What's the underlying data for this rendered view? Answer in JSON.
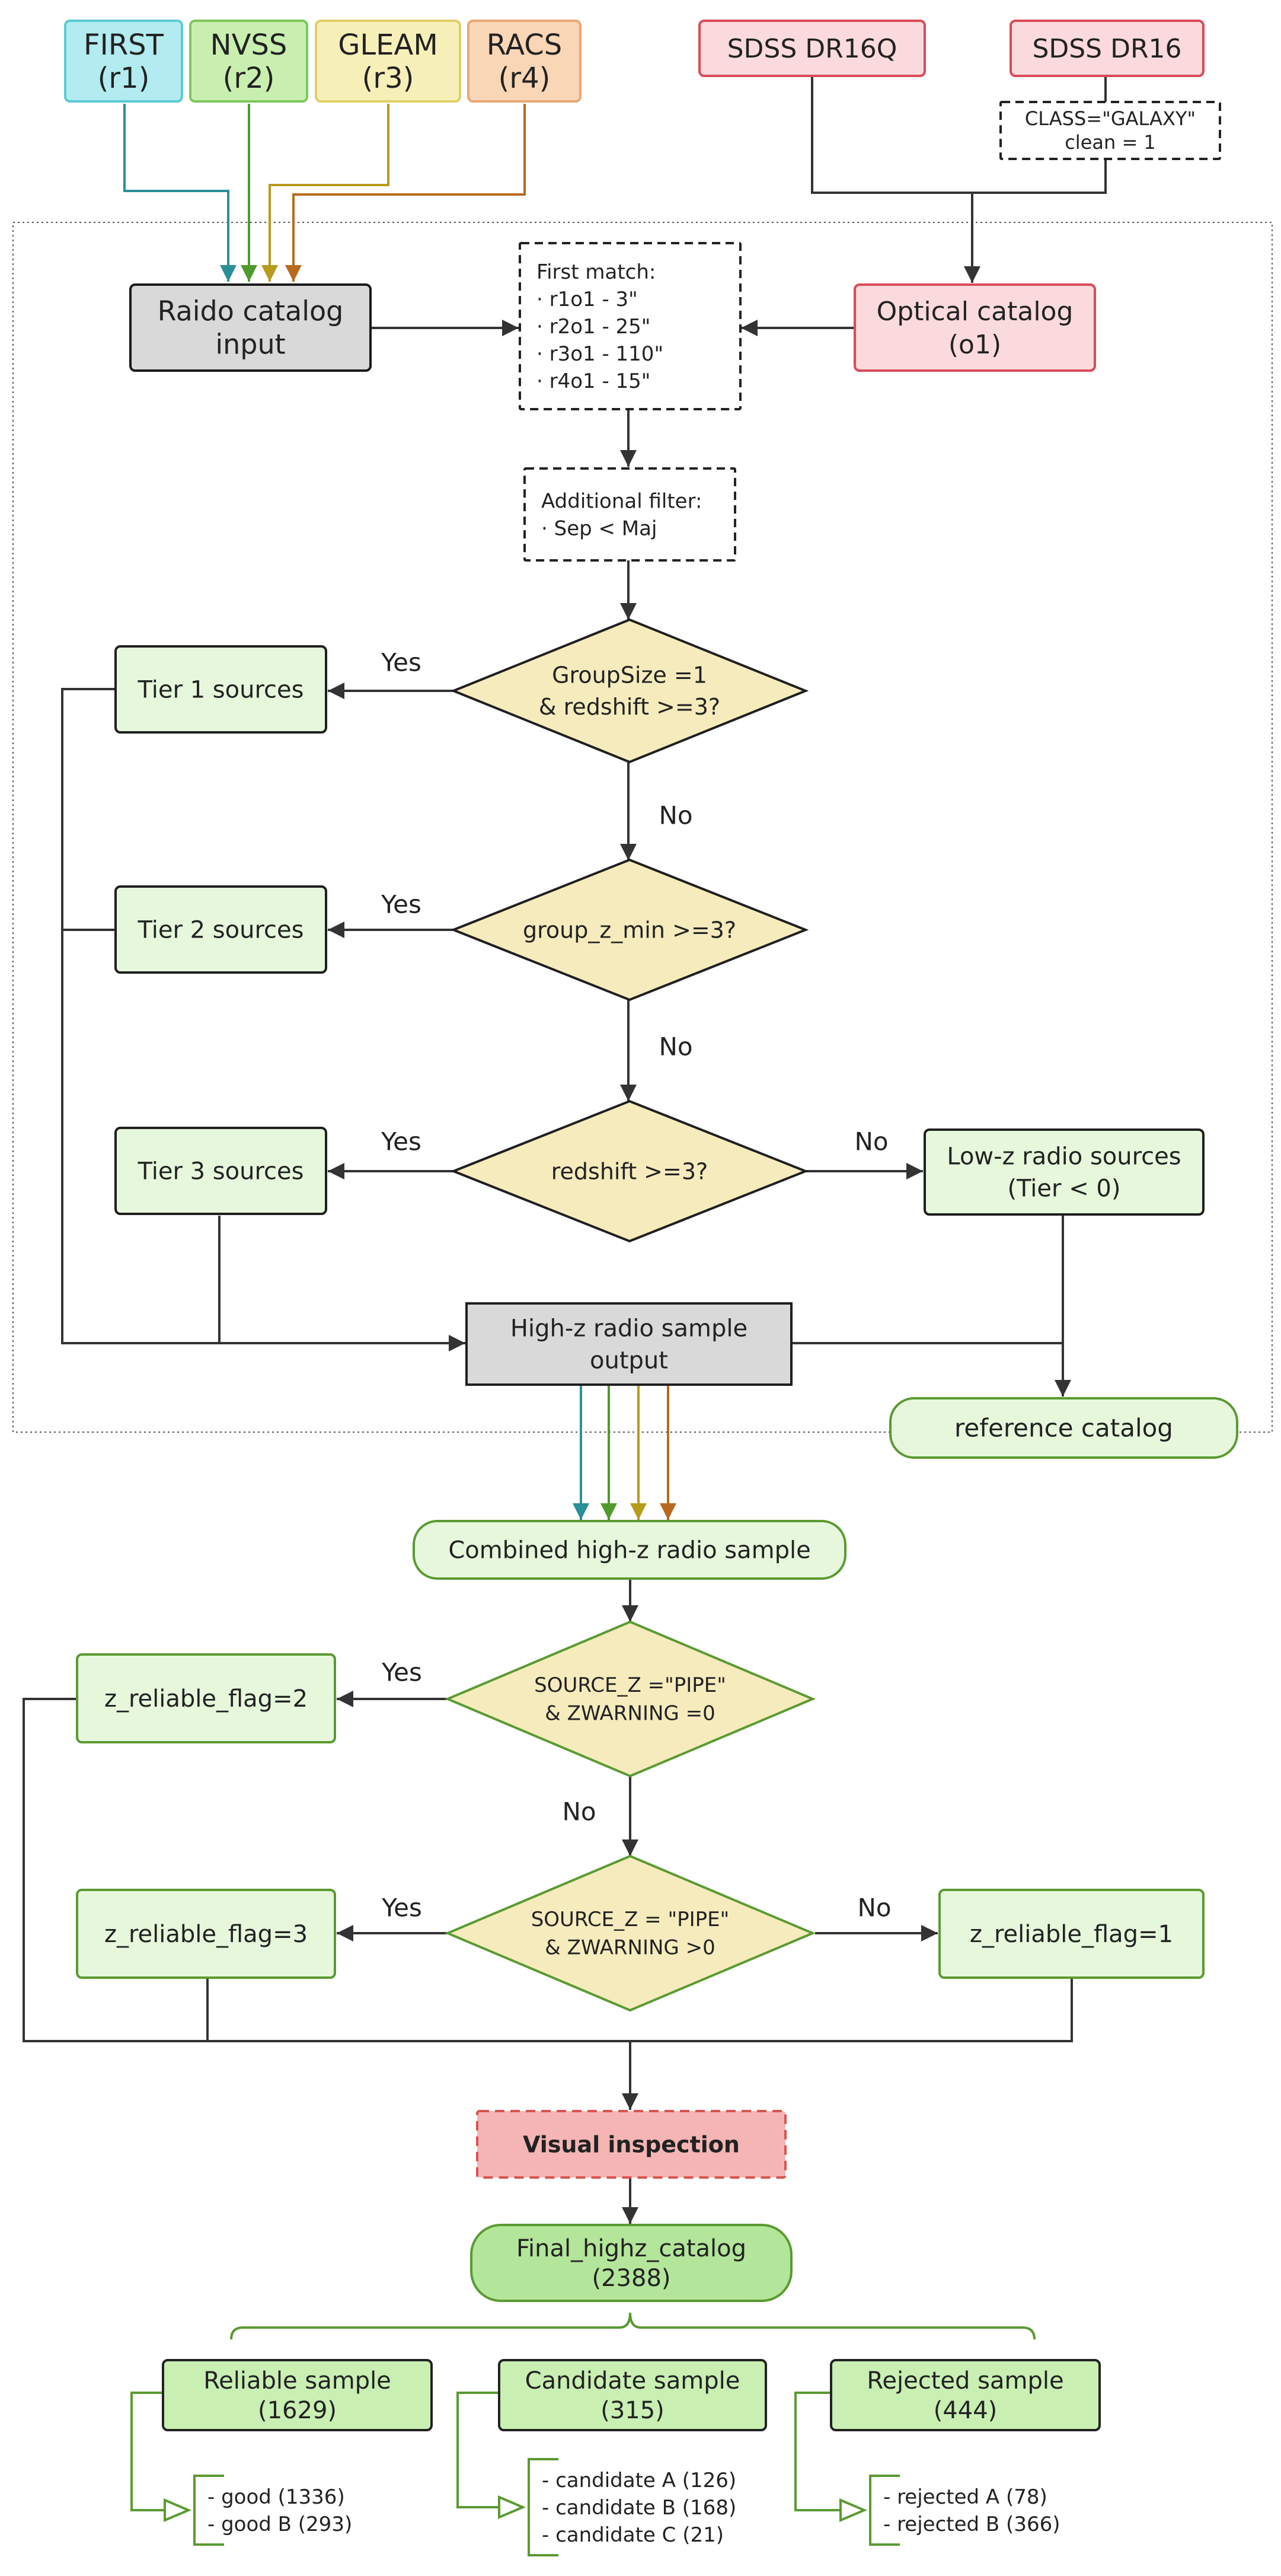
{
  "sources": {
    "first": [
      "FIRST",
      "(r1)"
    ],
    "nvss": [
      "NVSS",
      "(r2)"
    ],
    "gleam": [
      "GLEAM",
      "(r3)"
    ],
    "racs": [
      "RACS",
      "(r4)"
    ],
    "sdss_dr16q": "SDSS DR16Q",
    "sdss_dr16": "SDSS DR16",
    "galaxy_filter": [
      "CLASS=\"GALAXY\"",
      "clean = 1"
    ]
  },
  "pipeline": {
    "radio_input": [
      "Raido catalog",
      "input"
    ],
    "first_match": [
      "First match:",
      "· r1o1 - 3\"",
      "· r2o1 - 25\"",
      "· r3o1 - 110\"",
      "· r4o1 - 15\""
    ],
    "optical_catalog": [
      "Optical catalog",
      "(o1)"
    ],
    "additional_filter": [
      "Additional filter:",
      "· Sep < Maj"
    ],
    "decision1": [
      "GroupSize =1",
      "& redshift >=3?"
    ],
    "decision2": "group_z_min >=3?",
    "decision3": "redshift >=3?",
    "tier1": "Tier 1 sources",
    "tier2": "Tier 2 sources",
    "tier3": "Tier 3 sources",
    "lowz": [
      "Low-z radio sources",
      "(Tier < 0)"
    ],
    "highz_output": [
      "High-z radio sample",
      "output"
    ],
    "reference": "reference catalog"
  },
  "flags": {
    "combined": "Combined high-z radio sample",
    "decision4": [
      "SOURCE_Z =\"PIPE\"",
      "& ZWARNING =0"
    ],
    "decision5": [
      "SOURCE_Z = \"PIPE\"",
      "& ZWARNING >0"
    ],
    "flag2": "z_reliable_flag=2",
    "flag3": "z_reliable_flag=3",
    "flag1": "z_reliable_flag=1",
    "visual": "Visual inspection",
    "final": [
      "Final_highz_catalog",
      "(2388)"
    ]
  },
  "samples": {
    "reliable": [
      "Reliable sample",
      "(1629)"
    ],
    "candidate": [
      "Candidate sample",
      "(315)"
    ],
    "rejected": [
      "Rejected sample",
      "(444)"
    ],
    "reliable_items": [
      "- good (1336)",
      "- good B (293)"
    ],
    "candidate_items": [
      "- candidate A (126)",
      "- candidate B (168)",
      "- candidate C (21)"
    ],
    "rejected_items": [
      "- rejected A (78)",
      "- rejected B (366)"
    ]
  },
  "labels": {
    "yes": "Yes",
    "no": "No"
  },
  "colors": {
    "first_fill": "#b2ebf0",
    "first_stroke": "#5ccbd4",
    "first_line": "#2a8f97",
    "nvss_fill": "#c9efb0",
    "nvss_stroke": "#7cc75a",
    "nvss_line": "#4f9a2c",
    "gleam_fill": "#f6efb8",
    "gleam_stroke": "#e0cf6a",
    "gleam_line": "#b89a1c",
    "racs_fill": "#f9d6b5",
    "racs_stroke": "#e8a873",
    "racs_line": "#b8691e",
    "sdss_fill": "#fadadd",
    "sdss_stroke": "#d94a57",
    "gray_fill": "#d9d9d9",
    "green_fill": "#e6f7dc",
    "green_stroke": "#5a9a32",
    "diamond_fill": "#f6ebbd",
    "visual_fill": "#f5b5b5",
    "visual_stroke": "#d9534f",
    "final_fill": "#b3e59a",
    "sample_fill": "#c9efb3"
  }
}
